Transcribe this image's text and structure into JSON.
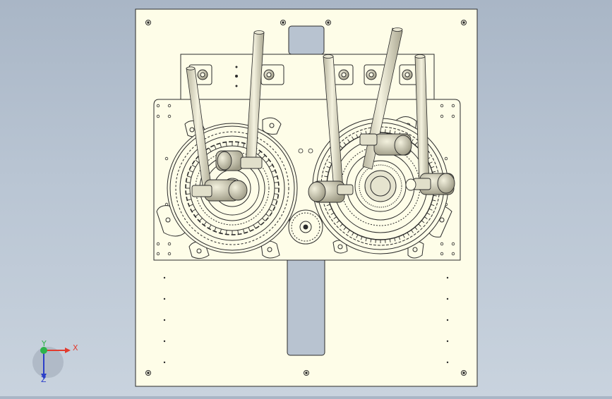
{
  "view": {
    "background_top": "#a9b6c6",
    "background_bottom": "#c9d3de",
    "plate_color": "#fefde8",
    "line_color": "#2b2b2b",
    "part_fill": "#d9d7c2",
    "part_shade": "#bcb9a3"
  },
  "triad": {
    "x_label": "X",
    "y_label": "Y",
    "z_label": "Z",
    "x_color": "#e23b2e",
    "y_color": "#2db34a",
    "z_color": "#2b3fc9"
  }
}
